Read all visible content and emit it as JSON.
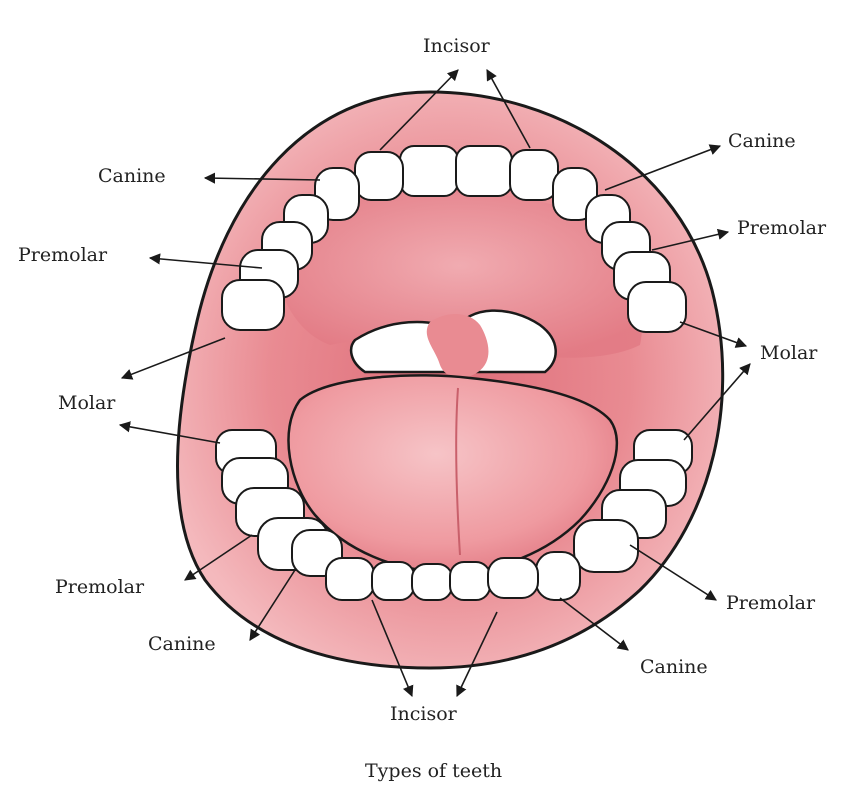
{
  "caption": "Types of teeth",
  "labels": {
    "incisor_top": "Incisor",
    "canine_top_left": "Canine",
    "canine_top_right": "Canine",
    "premolar_top_left": "Premolar",
    "premolar_top_right": "Premolar",
    "molar_left": "Molar",
    "molar_right": "Molar",
    "premolar_bottom_left": "Premolar",
    "premolar_bottom_right": "Premolar",
    "canine_bottom_left": "Canine",
    "canine_bottom_right": "Canine",
    "incisor_bottom": "Incisor"
  },
  "colors": {
    "gum": "#e98b92",
    "gum_light": "#f7c9cc",
    "palate": "#e27a84",
    "tongue": "#f1a3a8",
    "tooth": "#ffffff",
    "outline": "#1a1a1a"
  }
}
